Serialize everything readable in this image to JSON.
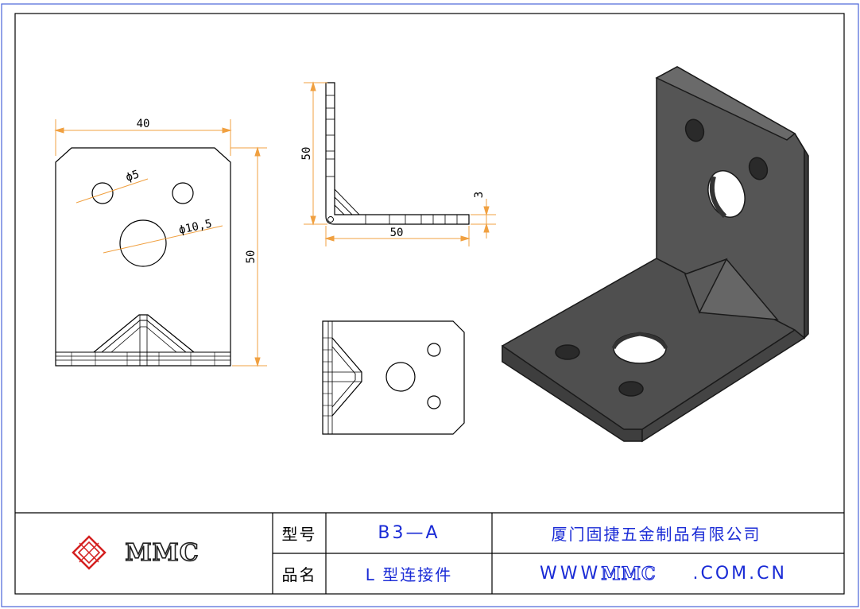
{
  "drawing": {
    "front_view": {
      "width_dim": "40",
      "height_dim": "50",
      "small_hole_dim": "ϕ5",
      "large_hole_dim": "ϕ10,5"
    },
    "side_view": {
      "height_dim": "50",
      "width_dim": "50",
      "thickness_dim": "3"
    }
  },
  "title_block": {
    "logo_text": "MMC",
    "model_label": "型号",
    "model_value": "B3—A",
    "name_label": "品名",
    "name_value": "L 型连接件",
    "company": "厦门固捷五金制品有限公司",
    "website_prefix": "WWW",
    "website_brand": "MMC",
    "website_suffix": ".COM.CN"
  },
  "colors": {
    "dimension": "#f0a040",
    "outline": "#000000",
    "accent_blue": "#1a2bd6",
    "logo_red": "#d42020",
    "solid_fill": "#4f4f4f"
  }
}
